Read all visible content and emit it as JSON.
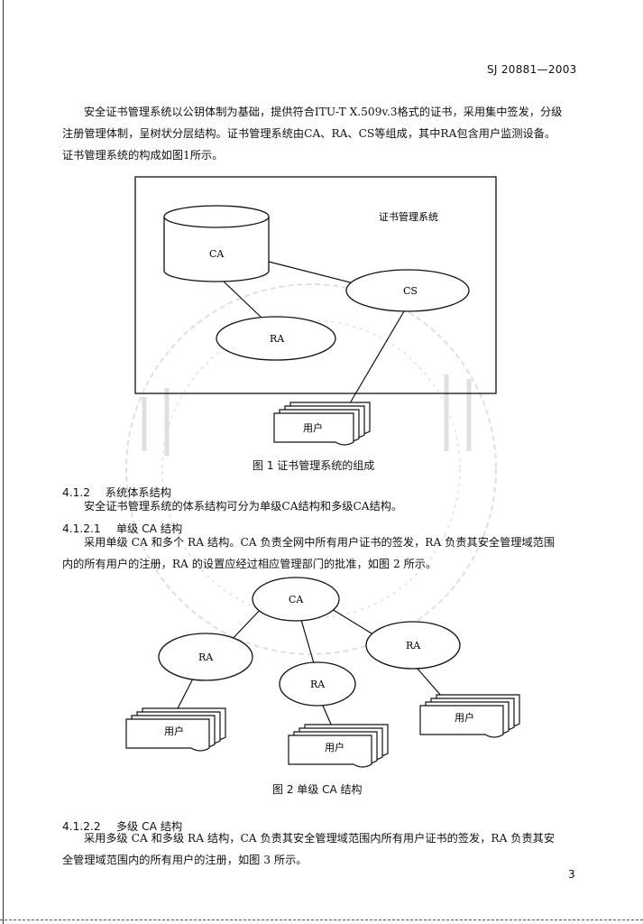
{
  "header": {
    "doc_code": "SJ 20881—2003"
  },
  "intro": {
    "line1": "安全证书管理系统以公钥体制为基础，提供符合ITU-T X.509v.3格式的证书，采用集中签发，分级",
    "line2": "注册管理体制，呈树状分层结构。证书管理系统由CA、RA、CS等组成，其中RA包含用户监测设备。",
    "line3": "证书管理系统的构成如图1所示。"
  },
  "figure1": {
    "system_label": "证书管理系统",
    "ca": "CA",
    "cs": "CS",
    "ra": "RA",
    "user": "用户",
    "caption": "图 1    证书管理系统的组成"
  },
  "s412": {
    "number": "4.1.2",
    "title": "系统体系结构",
    "text": "安全证书管理系统的体系结构可分为单级CA结构和多级CA结构。"
  },
  "s4121": {
    "number": "4.1.2.1",
    "title": "单级 CA 结构",
    "line1": "采用单级 CA 和多个 RA 结构。CA 负责全网中所有用户证书的签发，RA 负责其安全管理域范围",
    "line2": "内的所有用户的注册，RA 的设置应经过相应管理部门的批准，如图 2 所示。"
  },
  "figure2": {
    "ca": "CA",
    "ra_left": "RA",
    "ra_mid": "RA",
    "ra_right": "RA",
    "user_left": "用户",
    "user_mid": "用户",
    "user_right": "用户",
    "caption": "图 2    单级 CA 结构"
  },
  "s4122": {
    "number": "4.1.2.2",
    "title": "多级 CA 结构",
    "line1": "采用多级 CA 和多级 RA 结构，CA 负责其安全管理域范围内所有用户证书的签发，RA 负责其安",
    "line2": "全管理域范围内的所有用户的注册，如图 3 所示。"
  },
  "page_number": "3"
}
